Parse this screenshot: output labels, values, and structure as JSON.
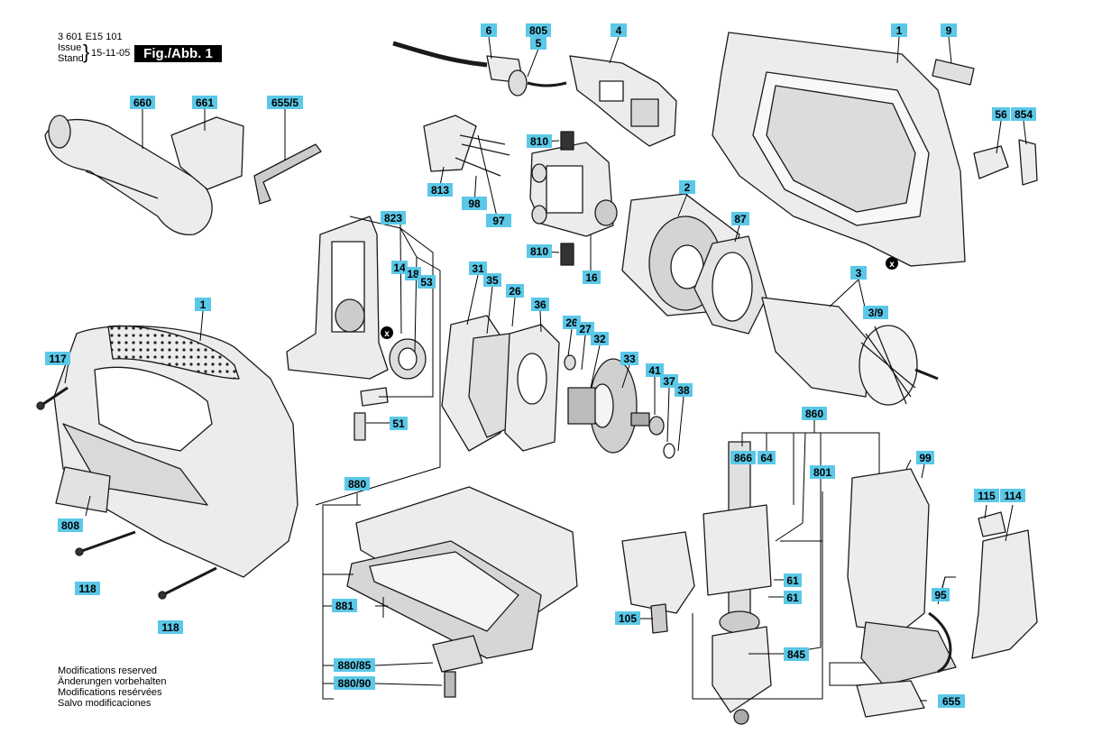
{
  "header": {
    "doc_number": "3 601 E15 101",
    "issue_label": "Issue",
    "stand_label": "Stand",
    "date": "15-11-05",
    "fig_label": "Fig./Abb. 1"
  },
  "modifications": [
    "Modifications reserved",
    "Änderungen vorbehalten",
    "Modifications resérvées",
    "Salvo modificaciones"
  ],
  "part_labels": {
    "p6": "6",
    "p805": "805",
    "p5": "5",
    "p4": "4",
    "p1_top": "1",
    "p9": "9",
    "p660": "660",
    "p661": "661",
    "p655_5": "655/5",
    "p810_a": "810",
    "p813": "813",
    "p98": "98",
    "p97": "97",
    "p2": "2",
    "p56": "56",
    "p854": "854",
    "p87": "87",
    "p823": "823",
    "p14": "14",
    "p18": "18",
    "p53": "53",
    "p810_b": "810",
    "p16": "16",
    "p3": "3",
    "p3_9": "3/9",
    "p31": "31",
    "p35": "35",
    "p26_a": "26",
    "p36": "36",
    "p1_left": "1",
    "p117": "117",
    "p26_b": "26",
    "p27": "27",
    "p32": "32",
    "p33": "33",
    "p41": "41",
    "p37": "37",
    "p38": "38",
    "p51": "51",
    "p860": "860",
    "p866": "866",
    "p64": "64",
    "p99": "99",
    "p880": "880",
    "p801": "801",
    "p115": "115",
    "p114": "114",
    "p808": "808",
    "p61_a": "61",
    "p61_b": "61",
    "p95": "95",
    "p881": "881",
    "p118_a": "118",
    "p105": "105",
    "p118_b": "118",
    "p845": "845",
    "p880_85": "880/85",
    "p880_90": "880/90",
    "p655": "655"
  },
  "marker_x": "x",
  "colors": {
    "label_bg": "#5bc8e8",
    "line": "#000000",
    "part_fill": "#e9e9e9",
    "part_stroke": "#1a1a1a"
  }
}
